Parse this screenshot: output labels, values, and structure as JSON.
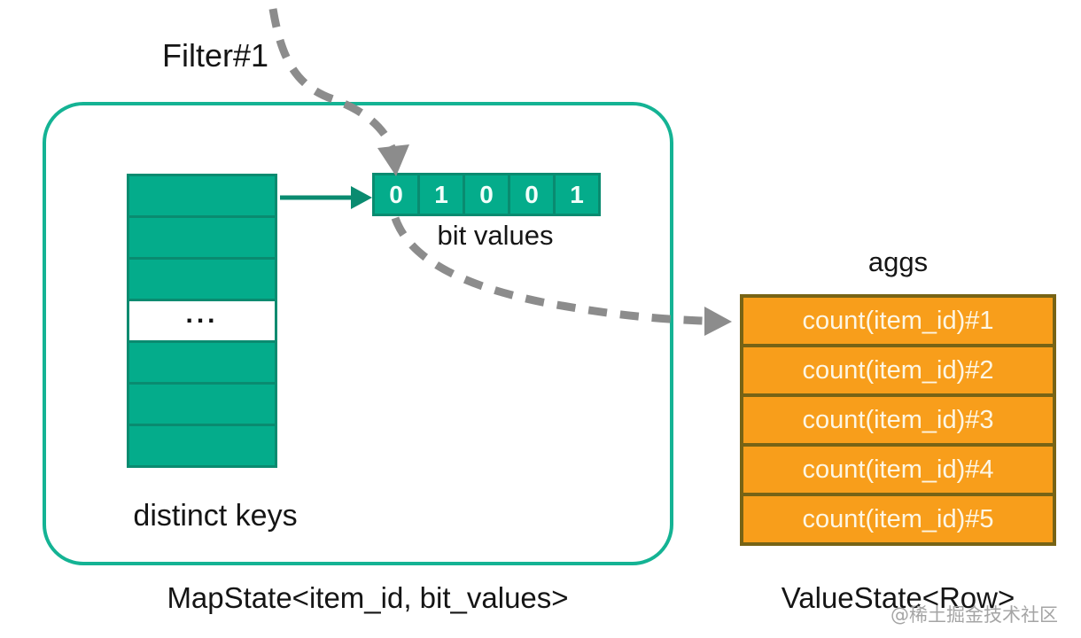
{
  "labels": {
    "filter": "Filter#1",
    "bit_values": "bit values",
    "distinct_keys": "distinct keys",
    "aggs": "aggs",
    "map_state_caption": "MapState<item_id, bit_values>",
    "value_state_caption": "ValueState<Row>",
    "watermark": "@稀土掘金技术社区"
  },
  "key_column": {
    "row_count": 7,
    "ellipsis_row_index": 3,
    "ellipsis": "..."
  },
  "bit_array": {
    "bits": [
      "0",
      "1",
      "0",
      "0",
      "1"
    ]
  },
  "agg_rows": [
    "count(item_id)#1",
    "count(item_id)#2",
    "count(item_id)#3",
    "count(item_id)#4",
    "count(item_id)#5"
  ],
  "colors": {
    "teal_fill": "#04ac8b",
    "teal_border": "#0a8b70",
    "container_border": "#14b394",
    "orange_fill": "#f89e1b",
    "orange_border": "#776315",
    "dashed_arrow": "#8c8c8c",
    "label_text": "#151515",
    "cell_text": "#fdf6e4"
  }
}
